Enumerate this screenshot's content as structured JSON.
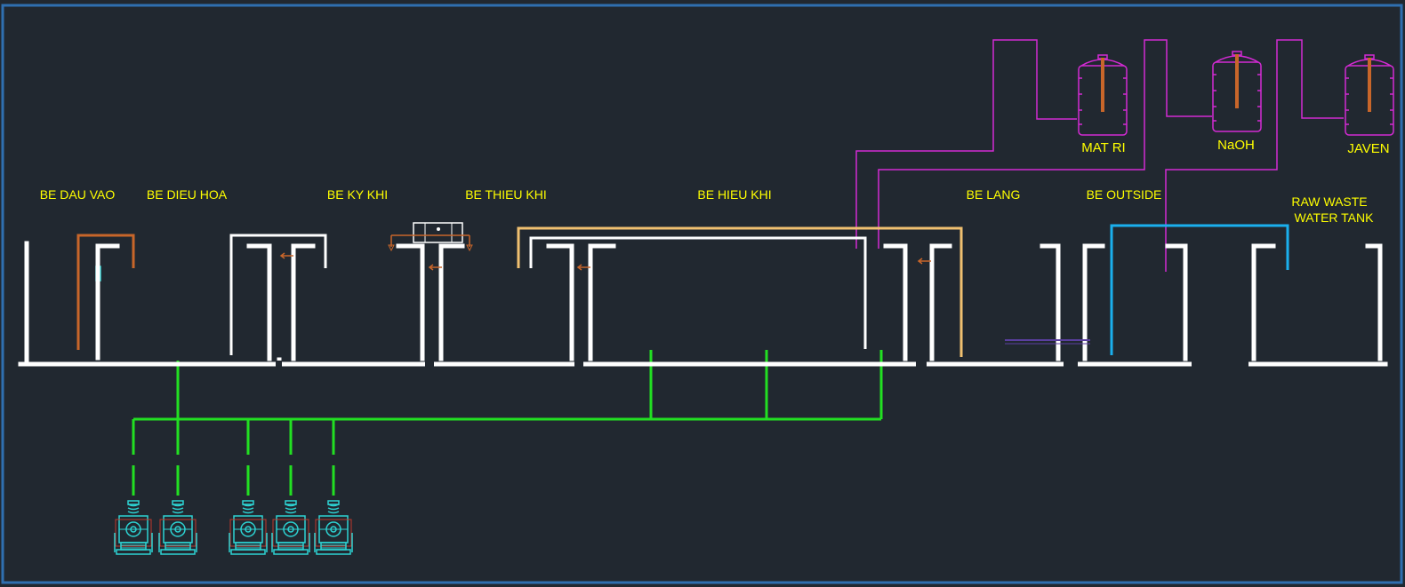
{
  "colors": {
    "background": "#212830",
    "frame": "#2f6fb0",
    "wall": "#ffffff",
    "air_line": "#22e022",
    "label": "#ffff00",
    "chemical_line": "#d22ad2",
    "sludge_line": "#f0c070",
    "recycle_line": "#1ab0ee",
    "inlet_line": "#c8662a",
    "blower": "#2dd3d3"
  },
  "tank_labels": {
    "be_dau_vao": "BE DAU VAO",
    "be_dieu_hoa": "BE DIEU HOA",
    "be_ky_khi": "BE KY KHI",
    "be_thieu_khi": "BE THIEU KHI",
    "be_hieu_khi": "BE HIEU KHI",
    "be_lang": "BE LANG",
    "be_outside": "BE OUTSIDE",
    "raw_waste_line1": "RAW WASTE",
    "raw_waste_line2": "WATER TANK"
  },
  "chemicals": {
    "mat_ri": "MAT RI",
    "naoh": "NaOH",
    "javen": "JAVEN"
  },
  "blower_icon": "blower-pump-icon",
  "chemical_tank_icon": "chemical-tank-icon"
}
